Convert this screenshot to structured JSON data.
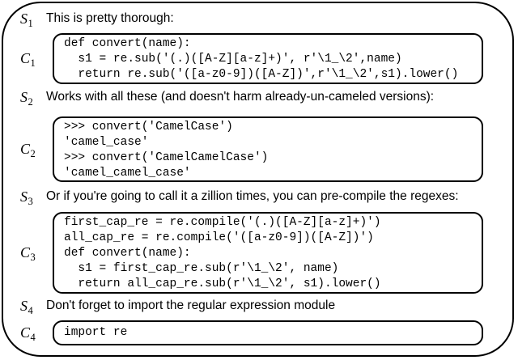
{
  "figure": {
    "background_color": "#ffffff",
    "border_color": "#000000",
    "text_color": "#000000",
    "rows": {
      "s1": {
        "label": "S",
        "sub": "1",
        "text": "This is pretty thorough:"
      },
      "c1": {
        "label": "C",
        "sub": "1",
        "code": "def convert(name):\n  s1 = re.sub('(.)([A-Z][a-z]+)', r'\\1_\\2',name)\n  return re.sub('([a-z0-9])([A-Z])',r'\\1_\\2',s1).lower()"
      },
      "s2": {
        "label": "S",
        "sub": "2",
        "text": "Works with all these (and doesn't harm already-un-cameled versions):"
      },
      "c2": {
        "label": "C",
        "sub": "2",
        "code": ">>> convert('CamelCase')\n'camel_case'\n>>> convert('CamelCamelCase')\n'camel_camel_case'"
      },
      "s3": {
        "label": "S",
        "sub": "3",
        "text": "Or if you're going to call it a zillion times, you can pre-compile the regexes:"
      },
      "c3": {
        "label": "C",
        "sub": "3",
        "code": "first_cap_re = re.compile('(.)([A-Z][a-z]+)')\nall_cap_re = re.compile('([a-z0-9])([A-Z])')\ndef convert(name):\n  s1 = first_cap_re.sub(r'\\1_\\2', name)\n  return all_cap_re.sub(r'\\1_\\2', s1).lower()"
      },
      "s4": {
        "label": "S",
        "sub": "4",
        "text": "Don't forget to import the regular expression module"
      },
      "c4": {
        "label": "C",
        "sub": "4",
        "code": "import re"
      }
    }
  }
}
